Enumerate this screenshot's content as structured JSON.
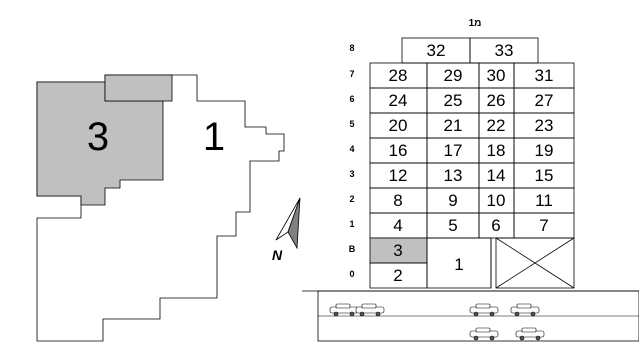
{
  "sitePlan": {
    "areas": [
      {
        "label": "3",
        "shaded": true
      },
      {
        "label": "1",
        "shaded": false
      }
    ],
    "compass": {
      "label": "N"
    }
  },
  "section": {
    "title": "1מ",
    "floorLabels": [
      "8",
      "7",
      "6",
      "5",
      "4",
      "3",
      "2",
      "1",
      "B",
      "0"
    ],
    "rows": [
      [
        "32",
        "33"
      ],
      [
        "28",
        "29",
        "30",
        "31"
      ],
      [
        "24",
        "25",
        "26",
        "27"
      ],
      [
        "20",
        "21",
        "22",
        "23"
      ],
      [
        "16",
        "17",
        "18",
        "19"
      ],
      [
        "12",
        "13",
        "14",
        "15"
      ],
      [
        "8",
        "9",
        "10",
        "11"
      ],
      [
        "4",
        "5",
        "6",
        "7"
      ],
      [
        "3",
        "1"
      ],
      [
        "2"
      ]
    ],
    "colors": {
      "shade": "#c0c0c0",
      "line": "#000000"
    }
  }
}
